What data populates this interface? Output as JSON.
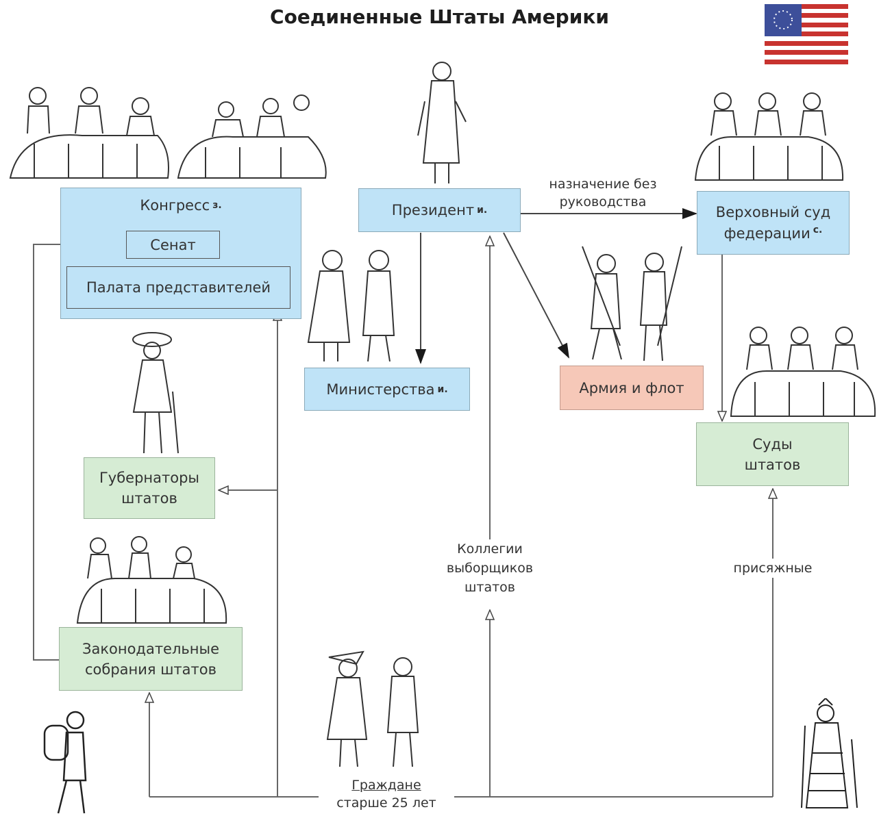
{
  "title": "Соединенные Штаты Америки",
  "boxes": {
    "congress": "Конгресс",
    "congress_sup": "з.",
    "senate": "Сенат",
    "house": "Палата представителей",
    "president": "Президент",
    "president_sup": "и.",
    "supreme_court_l1": "Верховный суд",
    "supreme_court_l2": "федерации",
    "supreme_court_sup": "с.",
    "ministries": "Министерства",
    "ministries_sup": "и.",
    "army": "Армия и флот",
    "governors_l1": "Губернаторы",
    "governors_l2": "штатов",
    "state_courts_l1": "Суды",
    "state_courts_l2": "штатов",
    "legislatures_l1": "Законодательные",
    "legislatures_l2": "собрания штатов"
  },
  "labels": {
    "appointment_l1": "назначение без",
    "appointment_l2": "руководства",
    "electors_l1": "Коллегии",
    "electors_l2": "выборщиков",
    "electors_l3": "штатов",
    "jurors": "присяжные",
    "citizens_l1": "Граждане",
    "citizens_l2": "старше 25 лет"
  },
  "colors": {
    "blue_box": "#bfe3f7",
    "green_box": "#d6ecd4",
    "pink_box": "#f6c8b8",
    "line": "#555555"
  },
  "icons": [
    "us-flag-icon",
    "figure-illustration"
  ]
}
